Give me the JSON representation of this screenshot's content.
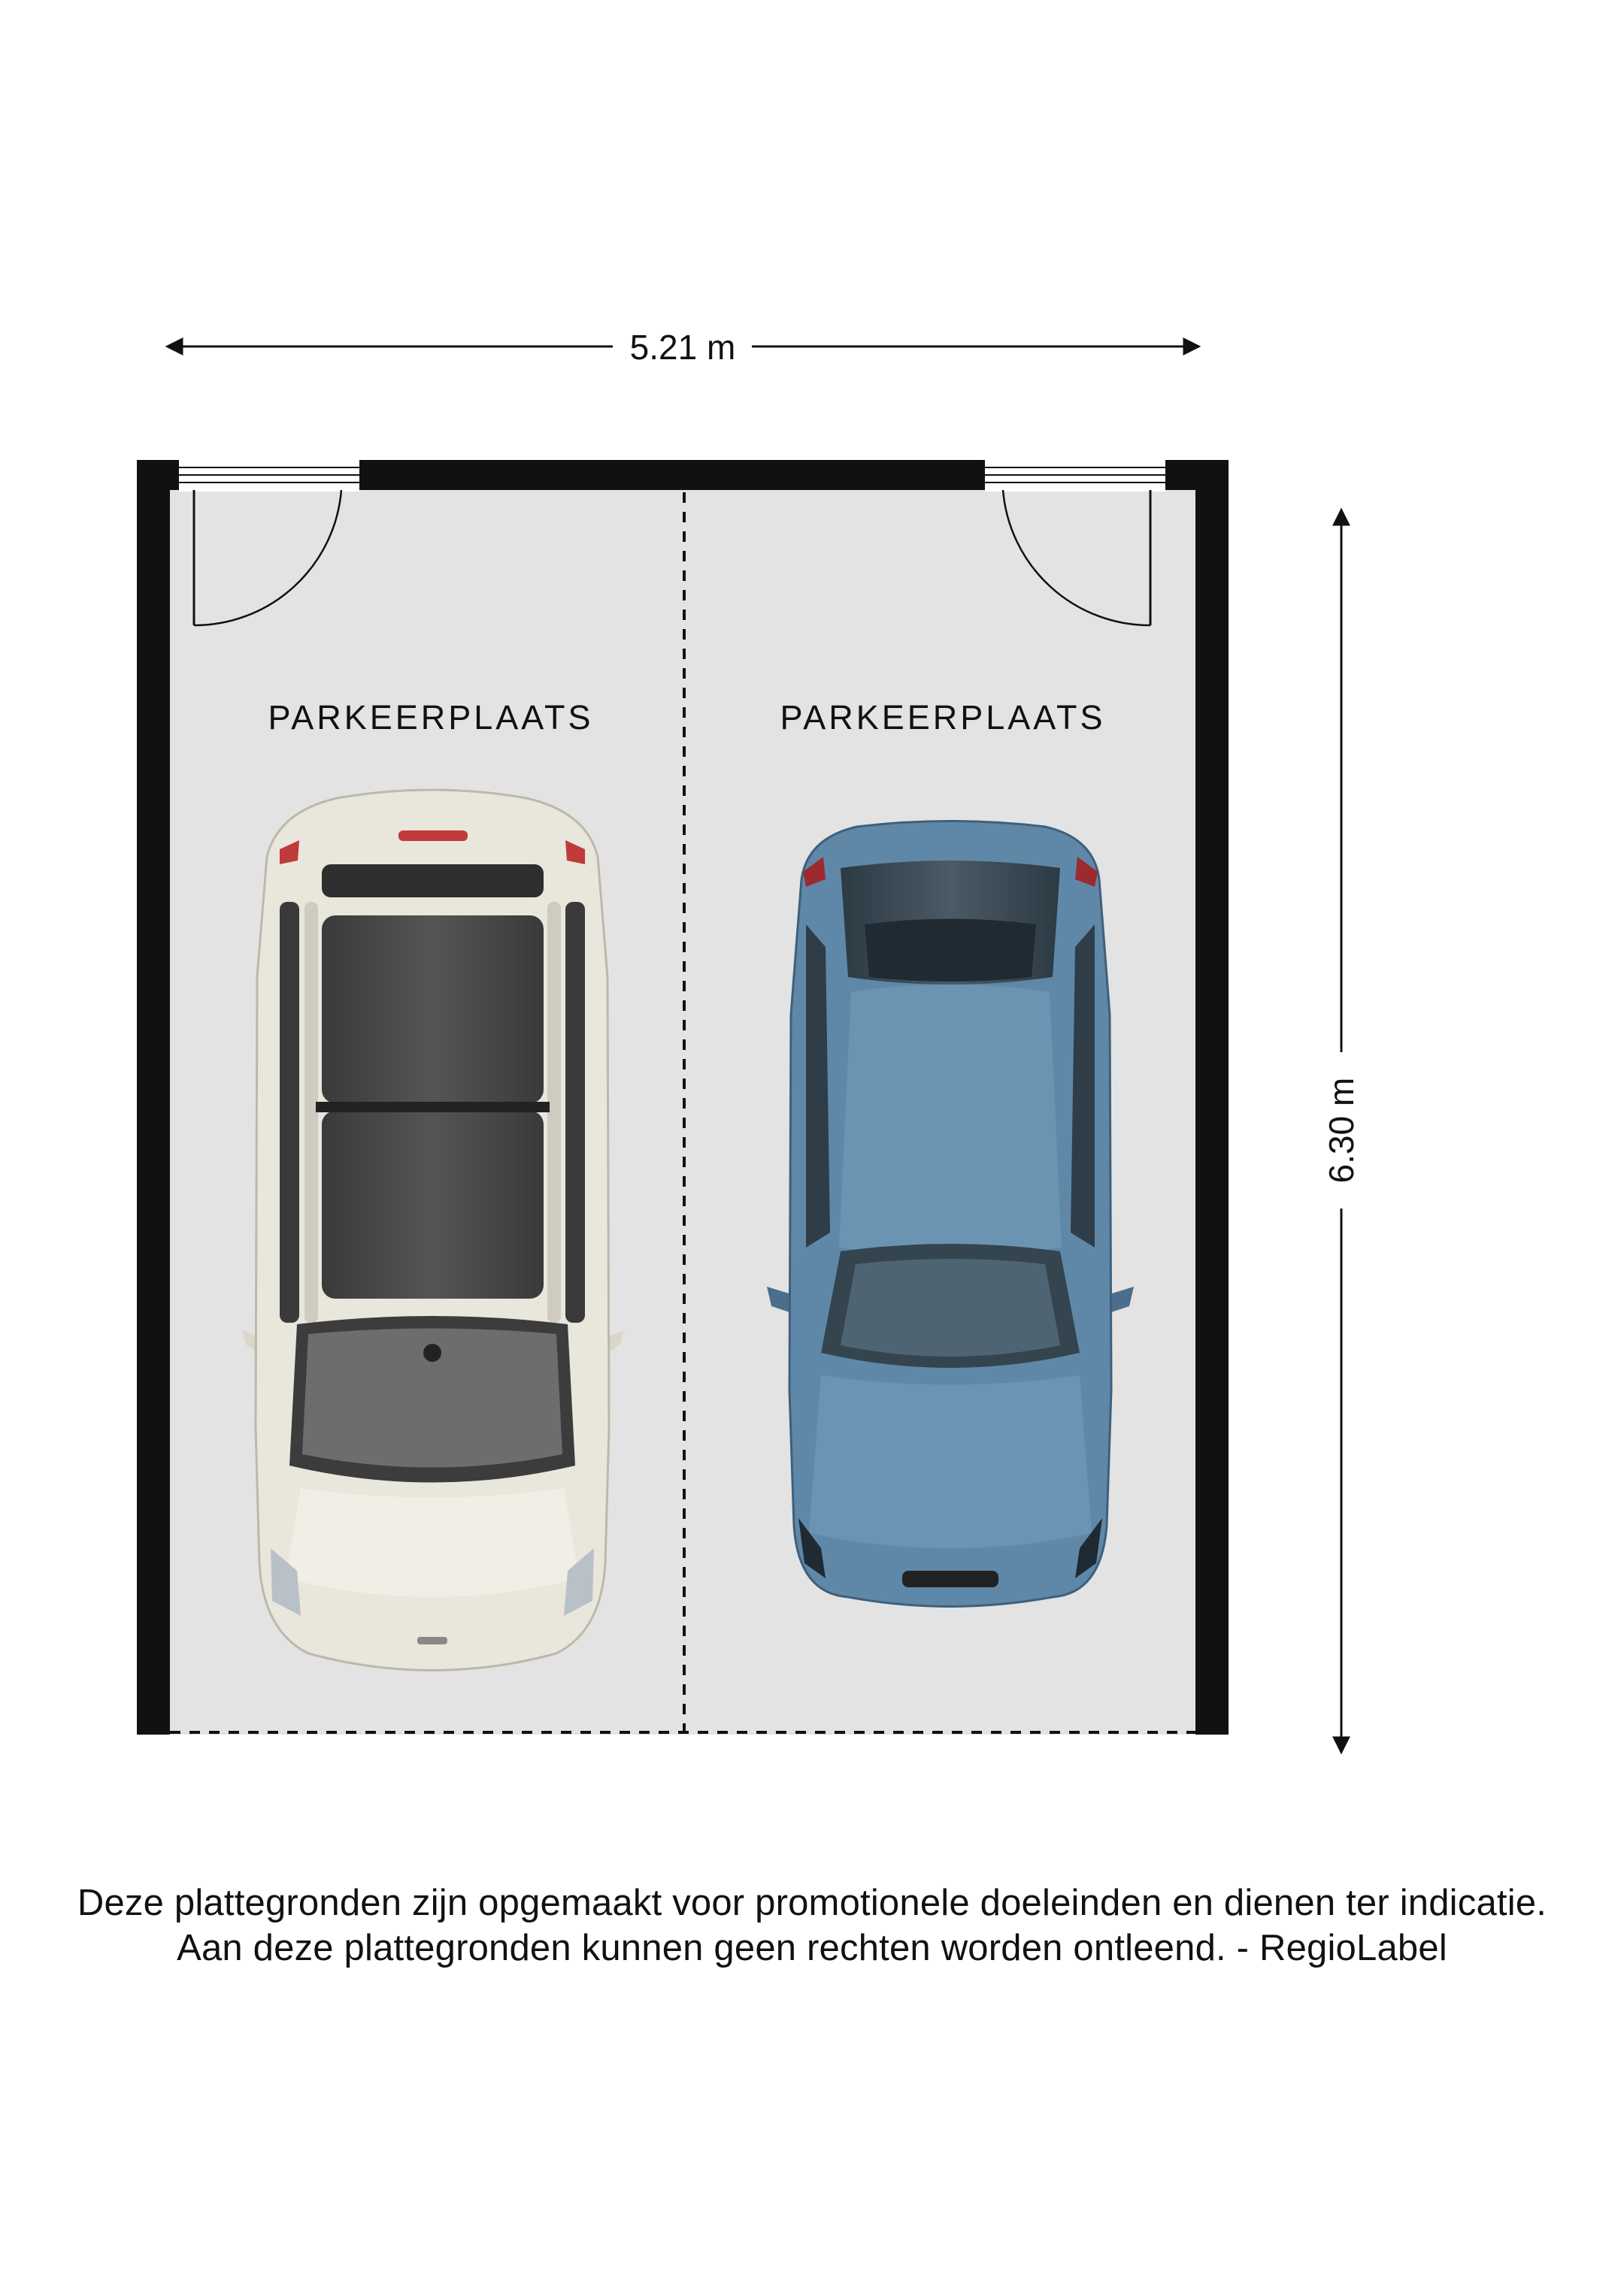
{
  "dimensions": {
    "width_label": "5.21 m",
    "height_label": "6.30 m"
  },
  "spaces": [
    {
      "label": "PARKEERPLAATS",
      "car_color": "#e9e6dc"
    },
    {
      "label": "PARKEERPLAATS",
      "car_color": "#5f88a8"
    }
  ],
  "disclaimer": {
    "line1": "Deze plattegronden zijn opgemaakt voor promotionele doeleinden en dienen ter indicatie.",
    "line2": "Aan deze plattegronden kunnen geen rechten worden ontleend. - RegioLabel"
  },
  "colors": {
    "floor": "#e3e3e3",
    "wall": "#111111"
  }
}
